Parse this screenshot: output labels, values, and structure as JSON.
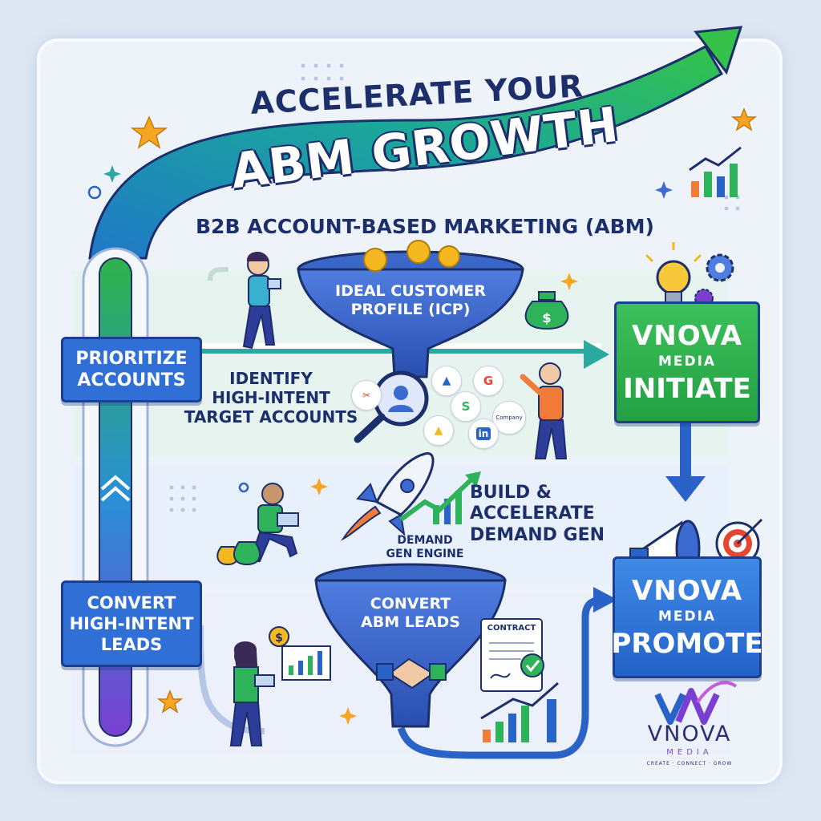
{
  "title_line1": "ACCELERATE YOUR",
  "title_line2": "ABM GROWTH",
  "subtitle": "B2B ACCOUNT-BASED MARKETING (ABM)",
  "left_steps": {
    "prioritize": "PRIORITIZE\nACCOUNTS",
    "convert": "CONVERT\nHIGH-INTENT\nLEADS"
  },
  "funnel_top": "IDEAL CUSTOMER\nPROFILE (ICP)",
  "identify": "IDENTIFY\nHIGH-INTENT\nTARGET ACCOUNTS",
  "rocket_label": "DEMAND\nGEN ENGINE",
  "build": "BUILD &\nACCELERATE\nDEMAND GEN",
  "funnel_bottom": "CONVERT\nABM LEADS",
  "contract": "CONTRACT",
  "initiate_box": {
    "brand": "VNOVA",
    "sub": "MEDIA",
    "action": "INITIATE"
  },
  "promote_box": {
    "brand": "VNOVA",
    "sub": "MEDIA",
    "action": "PROMOTE"
  },
  "logo": {
    "word": "VNOVA",
    "sub": "MEDIA",
    "tagline": "CREATE · CONNECT · GROW"
  },
  "company_logos": [
    "Company"
  ],
  "colors": {
    "navy": "#1c2f6b",
    "blue": "#2f6fd6",
    "green": "#2db34a",
    "teal": "#1ba1c9",
    "purple": "#7a3fd0"
  }
}
